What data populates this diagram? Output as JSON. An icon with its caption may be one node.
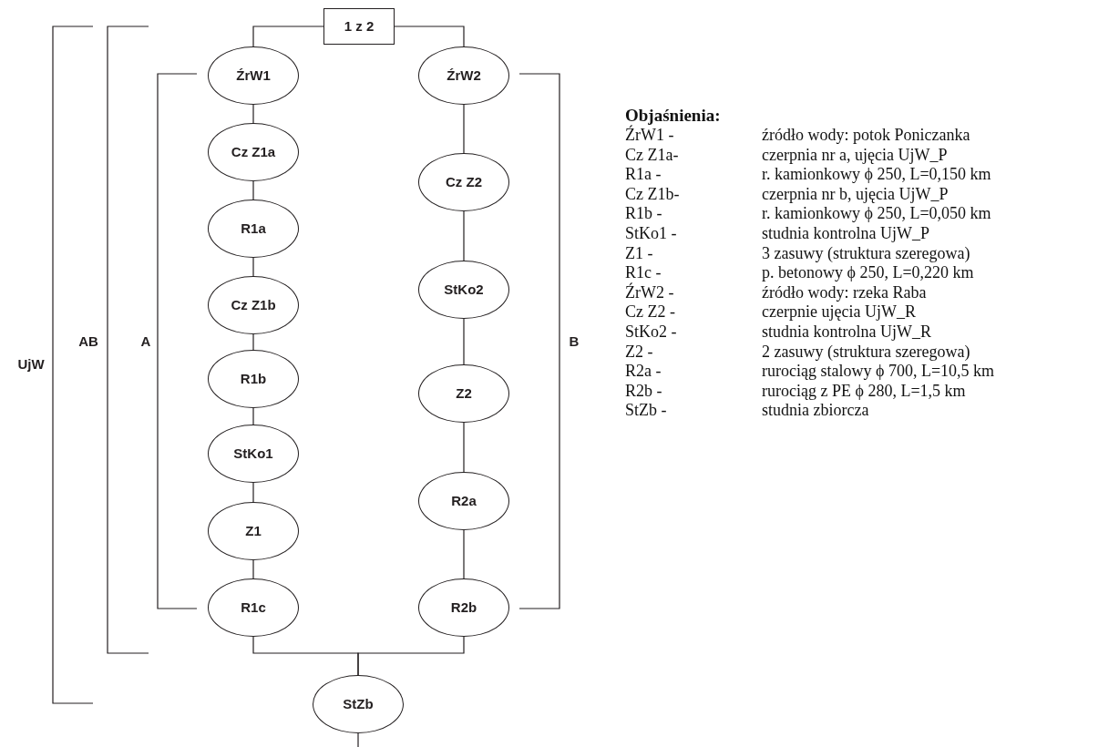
{
  "diagram": {
    "nodes": [
      {
        "text": [
          "1 z 2"
        ]
      },
      {
        "text": [
          "ŹrW1"
        ]
      },
      {
        "text": [
          "Cz Z1a"
        ]
      },
      {
        "text": [
          "R1a"
        ]
      },
      {
        "text": [
          "Cz Z1b"
        ]
      },
      {
        "text": [
          "R1b"
        ]
      },
      {
        "text": [
          "StKo1"
        ]
      },
      {
        "text": [
          "Z1"
        ]
      },
      {
        "text": [
          "R1c"
        ]
      },
      {
        "text": [
          "ŹrW2"
        ]
      },
      {
        "text": [
          "Cz Z2"
        ]
      },
      {
        "text": [
          "StKo2"
        ]
      },
      {
        "text": [
          "Z2"
        ]
      },
      {
        "text": [
          "R2a"
        ]
      },
      {
        "text": [
          "R2b"
        ]
      },
      {
        "text": [
          "StZb"
        ]
      }
    ],
    "edges": [
      {
        "from": 0,
        "to": 1,
        "arrow": "none"
      },
      {
        "from": 0,
        "to": 9,
        "arrow": "none"
      },
      {
        "from": 1,
        "to": 2,
        "arrow": "none"
      },
      {
        "from": 2,
        "to": 3,
        "arrow": "none"
      },
      {
        "from": 3,
        "to": 4,
        "arrow": "none"
      },
      {
        "from": 4,
        "to": 5,
        "arrow": "none"
      },
      {
        "from": 5,
        "to": 6,
        "arrow": "none"
      },
      {
        "from": 6,
        "to": 7,
        "arrow": "none"
      },
      {
        "from": 7,
        "to": 8,
        "arrow": "none"
      },
      {
        "from": 9,
        "to": 10,
        "arrow": "none"
      },
      {
        "from": 10,
        "to": 11,
        "arrow": "none"
      },
      {
        "from": 11,
        "to": 12,
        "arrow": "none"
      },
      {
        "from": 12,
        "to": 13,
        "arrow": "none"
      },
      {
        "from": 13,
        "to": 14,
        "arrow": "none"
      },
      {
        "from": 8,
        "to": 15,
        "arrow": "none"
      },
      {
        "from": 14,
        "to": 15,
        "arrow": "none"
      },
      {
        "from": 15,
        "to": null,
        "arrow": "none"
      }
    ],
    "labels": [
      "UjW",
      "AB",
      "A",
      "B",
      "Objaśnienia:",
      "ŹrW1 -",
      "źródło wody: potok Poniczanka",
      "Cz Z1a-",
      "czerpnia nr a, ujęcia UjW_P",
      "R1a -",
      "r. kamionkowy ϕ 250, L=0,150 km",
      "Cz Z1b-",
      "czerpnia nr b, ujęcia UjW_P",
      "R1b -",
      "r. kamionkowy ϕ 250, L=0,050 km",
      "StKo1 -",
      "studnia kontrolna UjW_P",
      "Z1 -",
      "3 zasuwy (struktura szeregowa)",
      "R1c -",
      "p. betonowy ϕ 250, L=0,220 km",
      "ŹrW2 -",
      "źródło wody: rzeka Raba",
      "Cz Z2 -",
      "czerpnie ujęcia UjW_R",
      "StKo2 -",
      "studnia kontrolna UjW_R",
      "Z2 -",
      "2 zasuwy (struktura szeregowa)",
      "R2a -",
      "rurociąg stalowy ϕ 700, L=10,5 km",
      "R2b -",
      "rurociąg z PE ϕ 280, L=1,5 km",
      "StZb -",
      "studnia zbiorcza"
    ]
  }
}
